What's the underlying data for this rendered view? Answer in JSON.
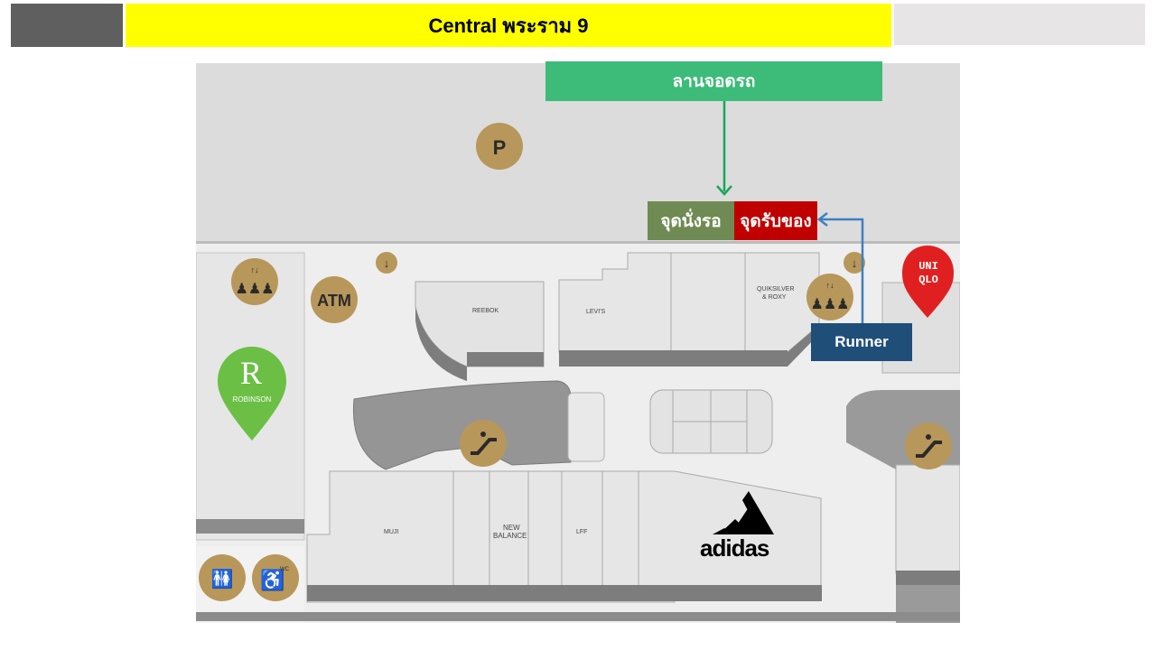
{
  "header": {
    "title": "Central พระราม 9"
  },
  "labels": {
    "parking": "ลานจอดรถ",
    "waiting_point": "จุดนั่งรอ",
    "pickup_point": "จุดรับของ",
    "runner": "Runner"
  },
  "map": {
    "stores": {
      "reebok": "REEBOK",
      "levis": "LEVI'S",
      "quiksilver_1": "QUIKSILVER",
      "quiksilver_2": "& ROXY",
      "muji": "MUJI",
      "new_balance_1": "NEW",
      "new_balance_2": "BALANCE",
      "lff": "LFF",
      "adidas": "adidas"
    },
    "logos": {
      "uniqlo_1": "UNI",
      "uniqlo_2": "QLO",
      "robinson_letter": "R",
      "robinson_name": "ROBINSON"
    },
    "icons": {
      "parking_letter": "P",
      "atm": "ATM",
      "wc": "WC"
    }
  },
  "colors": {
    "header_yellow": "#ffff00",
    "parking_green": "#3dbb78",
    "waiting_green": "#6f8b53",
    "pickup_red": "#c00000",
    "runner_blue": "#1f4e79",
    "icon_gold": "#b8975a",
    "arrow_green": "#1aa65a",
    "arrow_blue": "#3f7fc0"
  }
}
